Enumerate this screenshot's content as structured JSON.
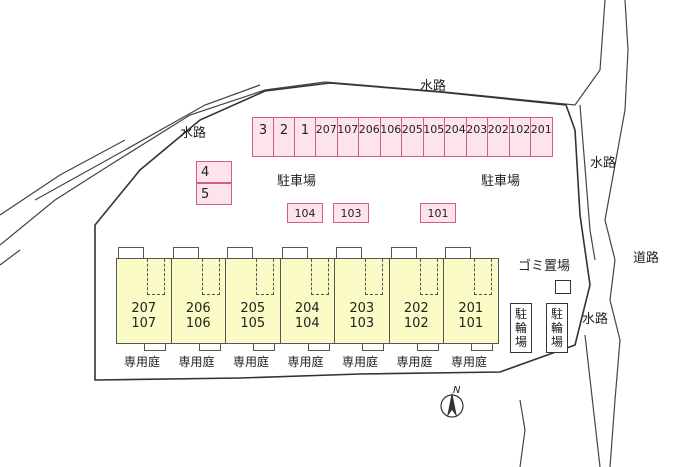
{
  "labels": {
    "waterway_top": "水路",
    "waterway_left": "水路",
    "waterway_right_top": "水路",
    "waterway_right_bottom": "水路",
    "road": "道路",
    "parking_left": "駐車場",
    "parking_right": "駐車場",
    "garbage": "ゴミ置場",
    "bicycle_1": "駐輪場",
    "bicycle_2": "駐輪場",
    "north": "N"
  },
  "parking_top_row": [
    "3",
    "2",
    "1",
    "207",
    "107",
    "206",
    "106",
    "205",
    "105",
    "204",
    "203",
    "202",
    "102",
    "201"
  ],
  "parking_left_col": [
    "4",
    "5"
  ],
  "parking_mid": [
    "104",
    "103",
    "101"
  ],
  "units": [
    {
      "upper": "207",
      "lower": "107"
    },
    {
      "upper": "206",
      "lower": "106"
    },
    {
      "upper": "205",
      "lower": "105"
    },
    {
      "upper": "204",
      "lower": "104"
    },
    {
      "upper": "203",
      "lower": "103"
    },
    {
      "upper": "202",
      "lower": "102"
    },
    {
      "upper": "201",
      "lower": "101"
    }
  ],
  "private_garden": [
    "専用庭",
    "専用庭",
    "専用庭",
    "専用庭",
    "専用庭",
    "専用庭",
    "専用庭"
  ],
  "colors": {
    "parking_fill": "#fde3ec",
    "parking_border": "#d0607e",
    "unit_fill": "#fbfbc6"
  }
}
